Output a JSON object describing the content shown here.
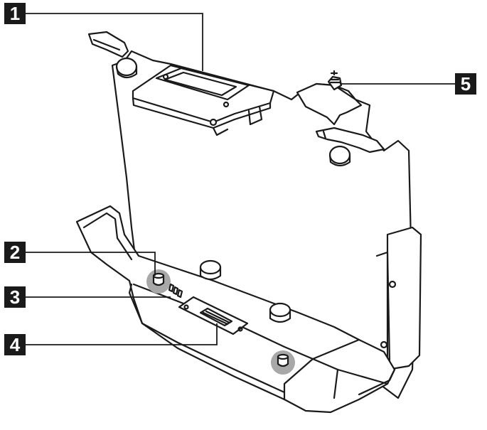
{
  "callouts": [
    {
      "label": "1",
      "part": "top-latch"
    },
    {
      "label": "2",
      "part": "left-guide-pin"
    },
    {
      "label": "3",
      "part": "contact-pins"
    },
    {
      "label": "4",
      "part": "docking-connector"
    },
    {
      "label": "5",
      "part": "locking-screw"
    }
  ],
  "colors": {
    "line": "#1a1a1a",
    "highlight": "#a8a8a8",
    "label_bg": "#1a1a1a",
    "label_text": "#ffffff",
    "background": "#ffffff"
  }
}
